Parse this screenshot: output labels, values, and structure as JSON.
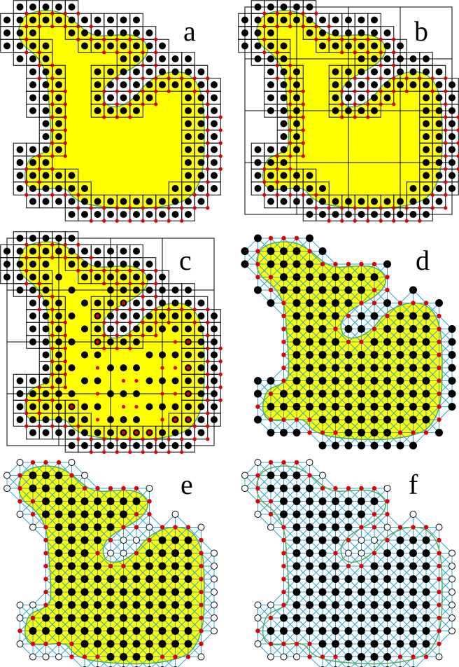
{
  "panels": [
    {
      "id": "a",
      "label": "a"
    },
    {
      "id": "b",
      "label": "b"
    },
    {
      "id": "c",
      "label": "c"
    },
    {
      "id": "d",
      "label": "d"
    },
    {
      "id": "e",
      "label": "e"
    },
    {
      "id": "f",
      "label": "f"
    }
  ],
  "colors": {
    "fill": "#ffff00",
    "outline": "#55aa55",
    "mesh": "#2aa8d8",
    "node_black": "#000000",
    "node_red": "#e00000",
    "node_white": "#ffffff"
  }
}
